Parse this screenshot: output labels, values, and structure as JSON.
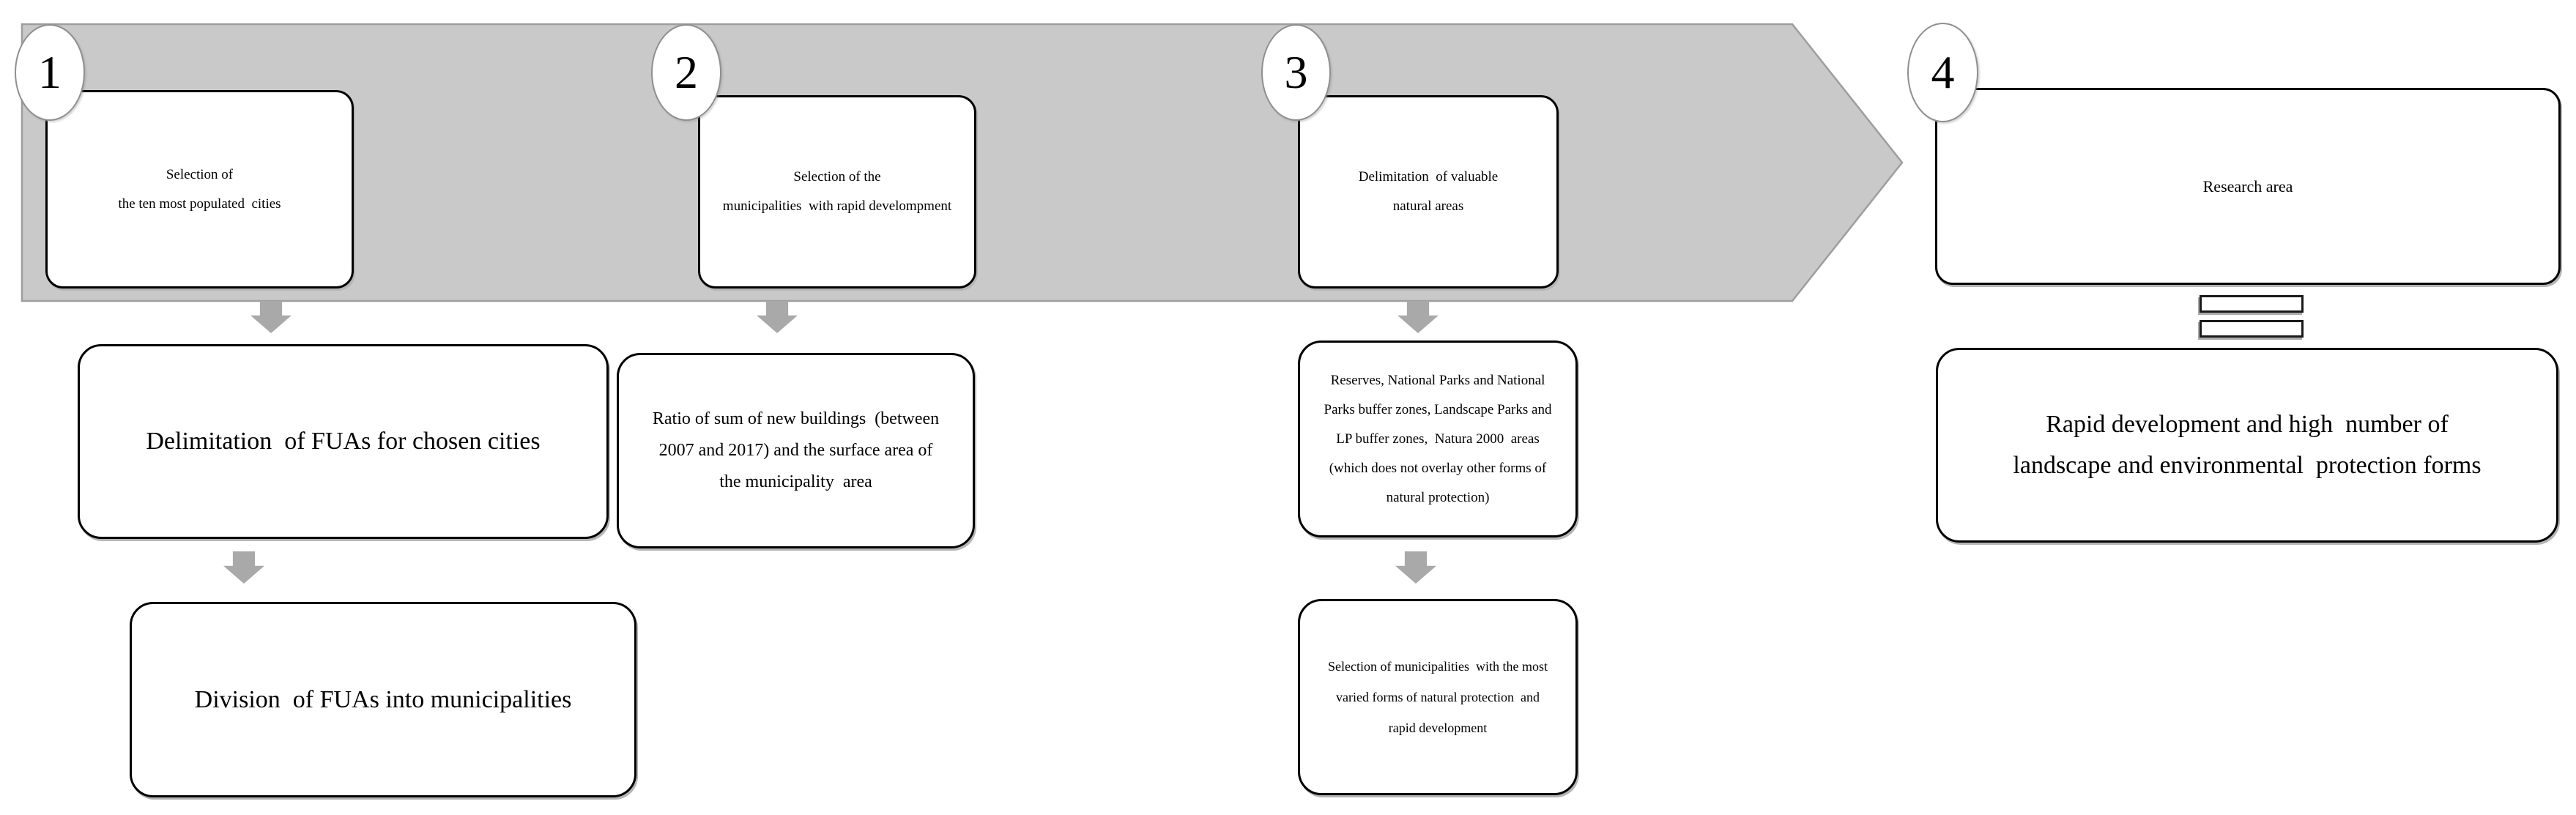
{
  "diagram": {
    "band": {
      "steps": [
        {
          "number": "1",
          "text": "Selection of\nthe ten most populated  cities"
        },
        {
          "number": "2",
          "text": "Selection of the\nmunicipalities  with rapid develompment"
        },
        {
          "number": "3",
          "text": "Delimitation  of valuable\nnatural areas"
        },
        {
          "number": "4",
          "text": "Research area"
        }
      ]
    },
    "flow": {
      "col1_row2": "Delimitation  of FUAs for chosen cities",
      "col1_row3": "Division  of FUAs into municipalities",
      "col2_row2": "Ratio of sum of new buildings  (between\n2007 and 2017) and the surface area of\nthe municipality  area",
      "col3_row2": "Reserves, National Parks and National\nParks buffer zones, Landscape Parks and\nLP buffer zones,  Natura 2000  areas\n(which does not overlay other forms of\nnatural protection)",
      "col3_row3": "Selection of municipalities  with the most\nvaried forms of natural protection  and\nrapid development",
      "col4_row2": "Rapid development and high  number of\nlandscape and environmental  protection forms"
    },
    "colors": {
      "band_fill": "#c9c9c9",
      "band_stroke": "#9e9e9e",
      "connector_arrow_fill": "#a9a9a9",
      "box_border": "#000000",
      "box_shadow": "#b5b5b5"
    }
  }
}
